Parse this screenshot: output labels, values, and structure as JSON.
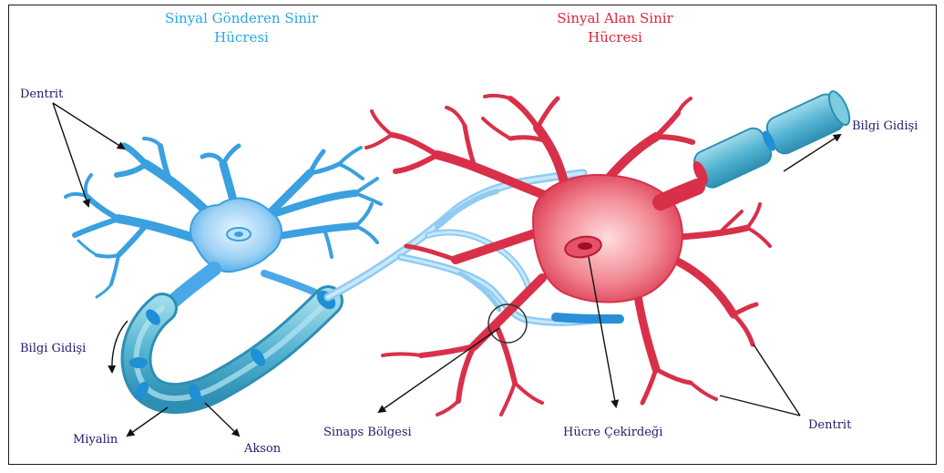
{
  "titles": {
    "sender_line1": "Sinyal Gönderen Sinir",
    "sender_line2": "Hücresi",
    "receiver_line1": "Sinyal Alan Sinir",
    "receiver_line2": "Hücresi"
  },
  "labels": {
    "dentrit_left": "Dentrit",
    "bilgi_gidisi_left": "Bilgi Gidişi",
    "miyalin": "Miyalin",
    "akson": "Akson",
    "sinaps_bolgesi": "Sinaps Bölgesi",
    "hucre_cekirdegi": "Hücre Çekirdeği",
    "dentrit_right": "Dentrit",
    "bilgi_gidisi_right": "Bilgi Gidişi"
  },
  "colors": {
    "sender": "#3aa0e0",
    "sender_title": "#2aa6e6",
    "receiver": "#d9304a",
    "receiver_title": "#e0243c",
    "myelin": "#5bbad6",
    "label": "#1d1d6b"
  }
}
